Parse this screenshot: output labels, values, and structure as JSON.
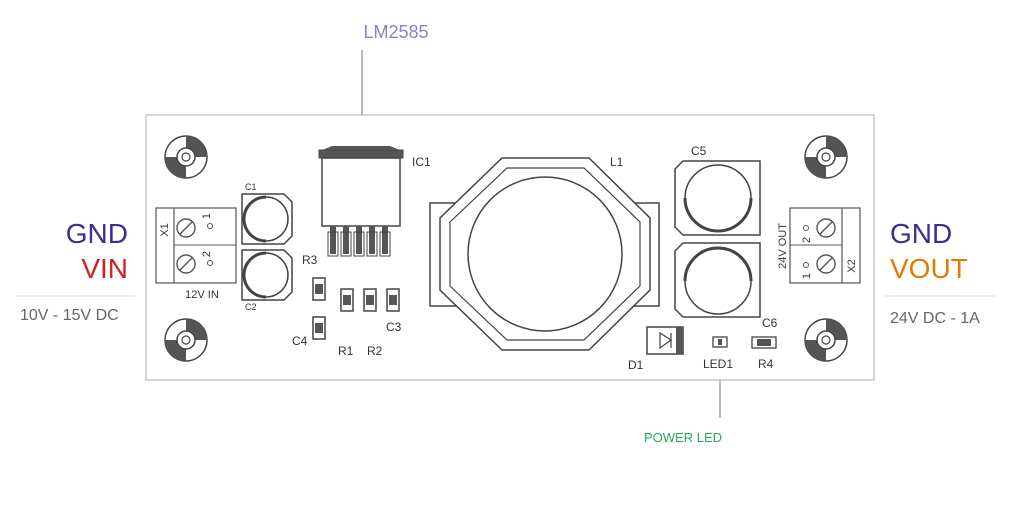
{
  "colors": {
    "gnd": "#3b2f8f",
    "vin": "#cc2222",
    "vout": "#e07b00",
    "chip_label": "#8a7fc8",
    "led_label": "#2aa85a",
    "outline": "#444444",
    "board_border": "#bbbbbb",
    "note_text": "#666666"
  },
  "input_side": {
    "gnd_label": "GND",
    "vin_label": "VIN",
    "range": "10V - 15V DC"
  },
  "output_side": {
    "gnd_label": "GND",
    "vout_label": "VOUT",
    "rating": "24V DC - 1A"
  },
  "callouts": {
    "chip": "LM2585",
    "led": "POWER LED"
  },
  "board": {
    "ic1": "IC1",
    "l1": "L1",
    "c1": "C1",
    "c2": "C2",
    "c3": "C3",
    "c4": "C4",
    "c5": "C5",
    "c6": "C6",
    "r1": "R1",
    "r2": "R2",
    "r3": "R3",
    "r4": "R4",
    "d1": "D1",
    "led1": "LED1",
    "x1": "X1",
    "x2": "X2",
    "in_connector": "12V IN",
    "out_connector": "24V OUT",
    "pin1": "1",
    "pin2": "2"
  }
}
